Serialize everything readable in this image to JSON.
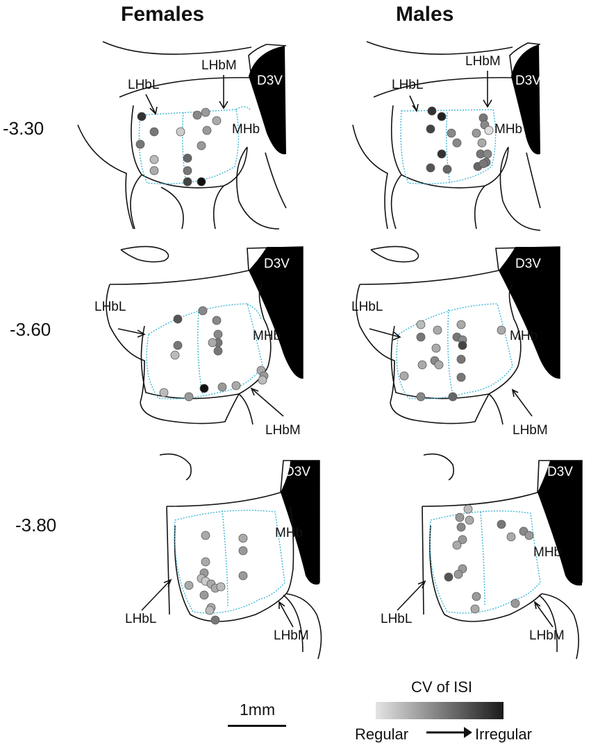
{
  "columns": [
    "Females",
    "Males"
  ],
  "rows": [
    "-3.30",
    "-3.60",
    "-3.80"
  ],
  "labels": {
    "d3v": "D3V",
    "mhb": "MHb",
    "lhbl": "LHbL",
    "lhbm": "LHbM"
  },
  "scalebar": "1mm",
  "legend": {
    "title": "CV of ISI",
    "low": "Regular",
    "high": "Irregular",
    "color_low": "#e4e4e4",
    "color_high": "#1a1a1a"
  },
  "colors": {
    "outline": "#111111",
    "region_boundary": "#3cb6d6"
  }
}
